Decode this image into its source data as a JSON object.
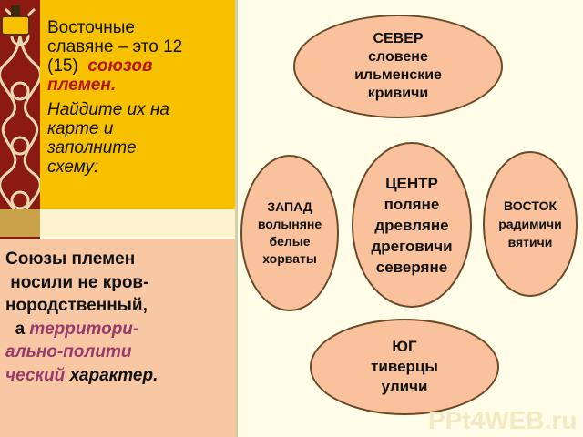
{
  "intro": {
    "line1": "Восточные",
    "line2": "славяне – это 12",
    "line3_prefix": "(15)",
    "line3_hl": "союзов",
    "line4_hl": "племен.",
    "task1": "Найдите их на",
    "task2": "карте и",
    "task3": "заполните",
    "task4": "схему:"
  },
  "note": {
    "l1": "Союзы племен",
    "l2": "носили не кров-",
    "l3a": "нородственный",
    "l3b": ",",
    "l4a": "а",
    "l4b": "территори-",
    "l5": "ально-полити",
    "l6a": "ческий",
    "l6b": "характер."
  },
  "scheme": {
    "north": {
      "title": "СЕВЕР",
      "tribes": [
        "словене",
        "ильменские",
        "кривичи"
      ]
    },
    "west": {
      "title": "ЗАПАД",
      "tribes": [
        "волыняне",
        "белые",
        "хорваты"
      ]
    },
    "center": {
      "title": "ЦЕНТР",
      "tribes": [
        "поляне",
        "древляне",
        "дреговичи",
        "северяне"
      ]
    },
    "east": {
      "title": "ВОСТОК",
      "tribes": [
        "радимичи",
        "вятичи"
      ]
    },
    "south": {
      "title": "ЮГ",
      "tribes": [
        "тиверцы",
        "уличи"
      ]
    }
  },
  "watermark": "PPt4WEB.ru",
  "colors": {
    "yellow": "#f7c100",
    "peach": "#f8c8a4",
    "bubble": "#f9c29c",
    "accent": "#b31414"
  }
}
